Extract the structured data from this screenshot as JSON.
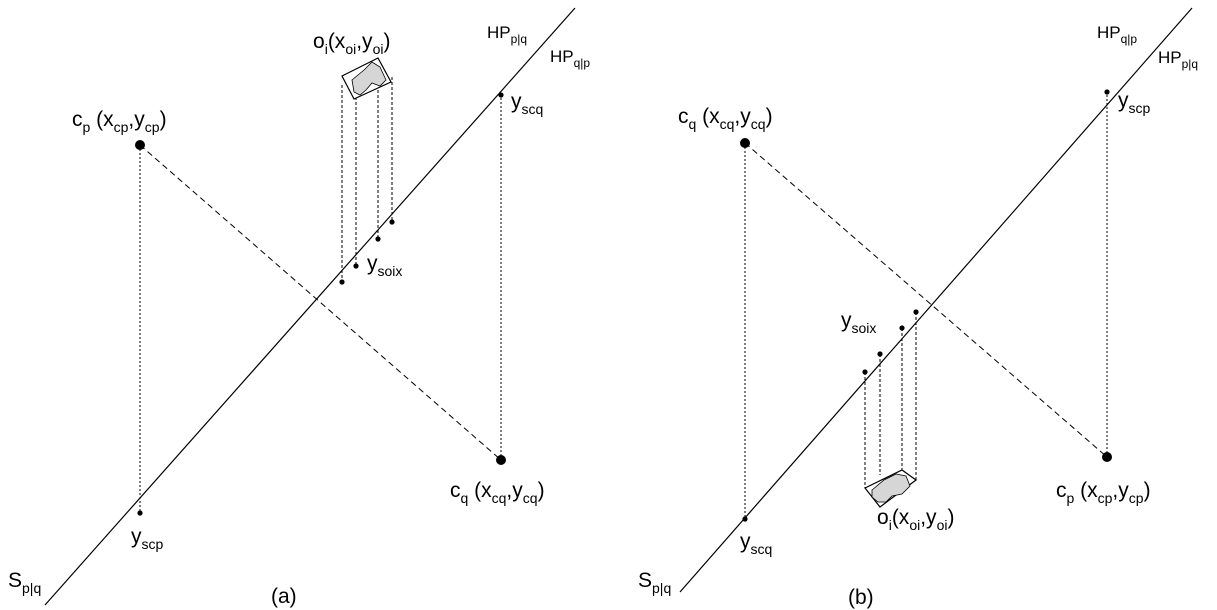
{
  "panels": [
    {
      "id": "a",
      "caption": "(a)",
      "labels": {
        "line": {
          "main": "S",
          "sub": "p|q"
        },
        "hp_top": {
          "main": "HP",
          "sub": "p|q"
        },
        "hp_bottom": {
          "main": "HP",
          "sub": "q|p"
        },
        "object": {
          "pre": "o",
          "s1": "i",
          "mid": "(x",
          "s2": "oi",
          "mid2": ",y",
          "s3": "oi",
          "post": ")"
        },
        "centroid_left": {
          "pre": "c",
          "s1": "p",
          "mid": " (x",
          "s2": "cp",
          "mid2": ",y",
          "s3": "cp",
          "post": ")"
        },
        "centroid_right": {
          "pre": "c",
          "s1": "q",
          "mid": " (x",
          "s2": "cq",
          "mid2": ",y",
          "s3": "cq",
          "post": ")"
        },
        "proj_far": {
          "main": "y",
          "sub": "scq"
        },
        "proj_near": {
          "main": "y",
          "sub": "scp"
        },
        "proj_obj": {
          "main": "y",
          "sub": "soix"
        }
      }
    },
    {
      "id": "b",
      "caption": "(b)",
      "labels": {
        "line": {
          "main": "S",
          "sub": "p|q"
        },
        "hp_top": {
          "main": "HP",
          "sub": "q|p"
        },
        "hp_bottom": {
          "main": "HP",
          "sub": "p|q"
        },
        "object": {
          "pre": "o",
          "s1": "i",
          "mid": "(x",
          "s2": "oi",
          "mid2": ",y",
          "s3": "oi",
          "post": ")"
        },
        "centroid_left": {
          "pre": "c",
          "s1": "q",
          "mid": " (x",
          "s2": "cq",
          "mid2": ",y",
          "s3": "cq",
          "post": ")"
        },
        "centroid_right": {
          "pre": "c",
          "s1": "p",
          "mid": " (x",
          "s2": "cp",
          "mid2": ",y",
          "s3": "cp",
          "post": ")"
        },
        "proj_far": {
          "main": "y",
          "sub": "scp"
        },
        "proj_near": {
          "main": "y",
          "sub": "scq"
        },
        "proj_obj": {
          "main": "y",
          "sub": "soix"
        }
      }
    }
  ]
}
